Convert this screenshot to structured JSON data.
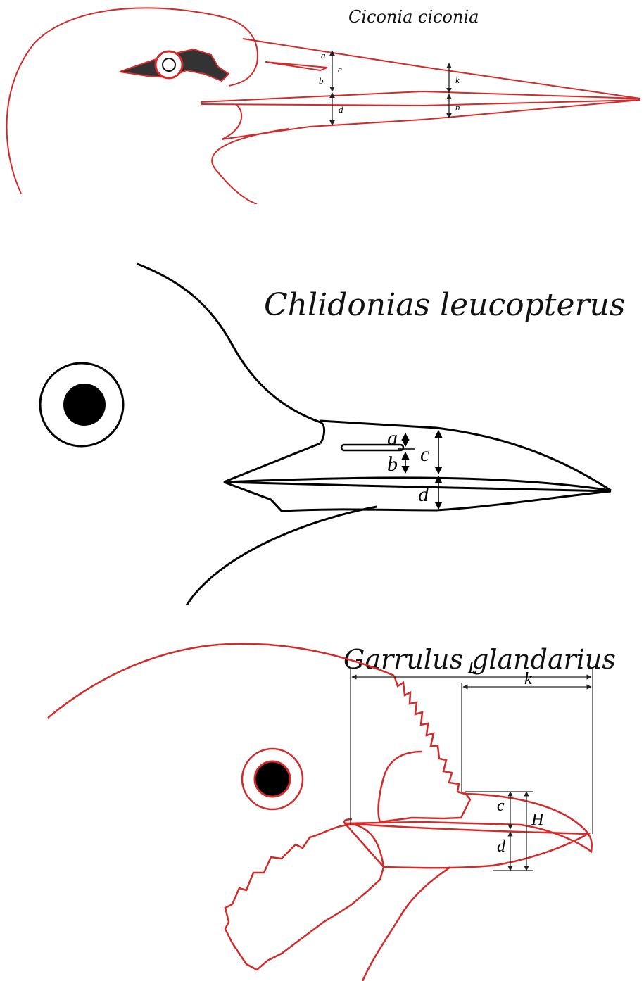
{
  "colors": {
    "stork_outline": "#d42a2a",
    "tern_outline": "#000000",
    "jay_outline": "#d42a2a",
    "eye_mask": "#333333",
    "dimension_lines": "#222222"
  },
  "stork": {
    "species": "Ciconia ciconia",
    "labels": {
      "a": "a",
      "b": "b",
      "c": "c",
      "d": "d",
      "k": "k",
      "n": "n"
    }
  },
  "tern": {
    "species": "Chlidonias leucopterus",
    "labels": {
      "a": "a",
      "b": "b",
      "c": "c",
      "d": "d"
    }
  },
  "jay": {
    "species": "Garrulus glandarius",
    "labels": {
      "L": "L",
      "k": "k",
      "c": "c",
      "d": "d",
      "H": "H"
    }
  }
}
